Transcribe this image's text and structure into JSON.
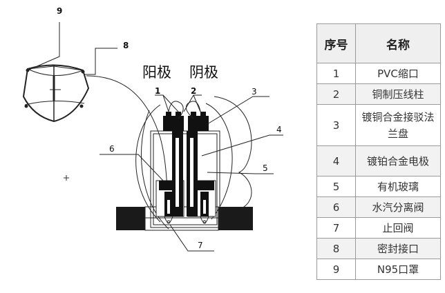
{
  "labels": {
    "anode": "阳极",
    "cathode": "阴极"
  },
  "callouts": [
    "1",
    "2",
    "3",
    "4",
    "5",
    "6",
    "7",
    "8",
    "9"
  ],
  "table": {
    "headers": [
      "序号",
      "名称"
    ],
    "rows": [
      {
        "num": "1",
        "name": "PVC缩口"
      },
      {
        "num": "2",
        "name": "铜制压线柱"
      },
      {
        "num": "3",
        "name": "镀铜合金接驳法兰盘"
      },
      {
        "num": "4",
        "name": "镀铂合金电极"
      },
      {
        "num": "5",
        "name": "有机玻璃"
      },
      {
        "num": "6",
        "name": "水汽分离阀"
      },
      {
        "num": "7",
        "name": "止回阀"
      },
      {
        "num": "8",
        "name": "密封接口"
      },
      {
        "num": "9",
        "name": "N95口罩"
      }
    ]
  }
}
